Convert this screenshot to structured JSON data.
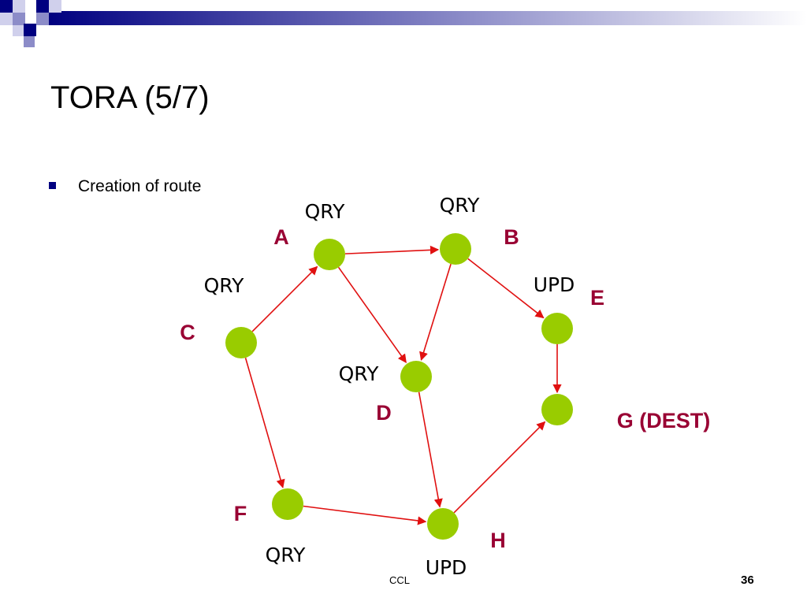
{
  "slide": {
    "title": "TORA (5/7)",
    "bullet": "Creation of route",
    "footer": "CCL",
    "page_number": "36"
  },
  "colors": {
    "node_fill": "#99cc00",
    "edge": "#e01010",
    "node_label": "#990033",
    "bullet": "#000080"
  },
  "nodes": [
    {
      "id": "A",
      "label": "A"
    },
    {
      "id": "B",
      "label": "B"
    },
    {
      "id": "C",
      "label": "C"
    },
    {
      "id": "D",
      "label": "D"
    },
    {
      "id": "E",
      "label": "E"
    },
    {
      "id": "F",
      "label": "F"
    },
    {
      "id": "G",
      "label": "G (DEST)"
    },
    {
      "id": "H",
      "label": "H"
    }
  ],
  "edges": [
    {
      "from": "C",
      "to": "A"
    },
    {
      "from": "A",
      "to": "B"
    },
    {
      "from": "A",
      "to": "D"
    },
    {
      "from": "B",
      "to": "D"
    },
    {
      "from": "B",
      "to": "E"
    },
    {
      "from": "E",
      "to": "G"
    },
    {
      "from": "C",
      "to": "F"
    },
    {
      "from": "F",
      "to": "H"
    },
    {
      "from": "D",
      "to": "H"
    },
    {
      "from": "H",
      "to": "G"
    }
  ],
  "messages": {
    "qry": "QRY",
    "upd": "UPD"
  }
}
